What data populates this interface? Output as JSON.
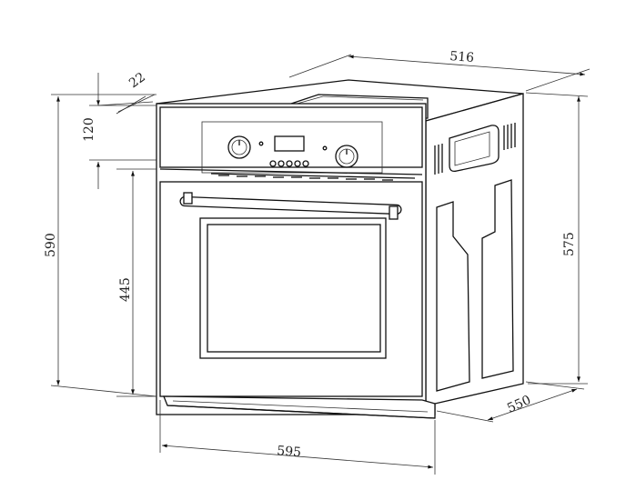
{
  "diagram": {
    "subject": "built-in oven dimension drawing",
    "dimensions": {
      "top_depth": "516",
      "top_offset": "22",
      "panel_height": "120",
      "total_height": "590",
      "door_height": "445",
      "body_height": "575",
      "body_depth": "550",
      "front_width": "595"
    }
  },
  "colors": {
    "line": "#111111",
    "background": "#ffffff"
  }
}
